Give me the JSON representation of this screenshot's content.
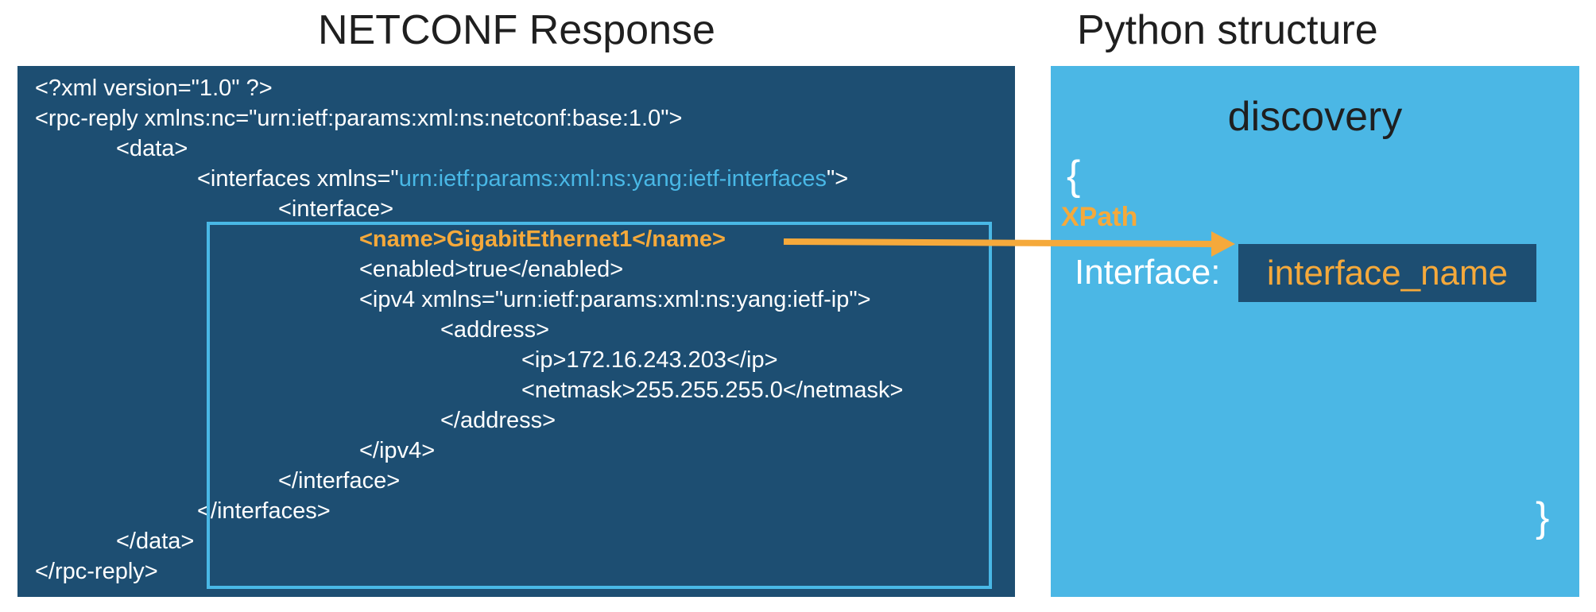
{
  "headings": {
    "left": "NETCONF Response",
    "right": "Python structure"
  },
  "xml": {
    "l1": "<?xml version=\"1.0\" ?>",
    "l2": "<rpc-reply xmlns:nc=\"urn:ietf:params:xml:ns:netconf:base:1.0\">",
    "l3": "<data>",
    "l4_pre": "<interfaces xmlns=\"",
    "l4_ns": "urn:ietf:params:xml:ns:yang:ietf-interfaces",
    "l4_post": "\">",
    "l5": "<interface>",
    "l6": "<name>GigabitEthernet1</name>",
    "l7": "<enabled>true</enabled>",
    "l8": "<ipv4 xmlns=\"urn:ietf:params:xml:ns:yang:ietf-ip\">",
    "l9": "<address>",
    "l10": "<ip>172.16.243.203</ip>",
    "l11": "<netmask>255.255.255.0</netmask>",
    "l12": "</address>",
    "l13": "</ipv4>",
    "l14": "</interface>",
    "l15": "</interfaces>",
    "l16": "</data>",
    "l17": "</rpc-reply>"
  },
  "python": {
    "title": "discovery",
    "open_brace": "{",
    "close_brace": "}",
    "key_label": "Interface:",
    "value": "interface_name"
  },
  "arrow_label": "XPath",
  "colors": {
    "panel_dark": "#1d4e72",
    "panel_light": "#4bb7e5",
    "accent_orange": "#f5a93b",
    "accent_blue": "#49b8e6"
  }
}
